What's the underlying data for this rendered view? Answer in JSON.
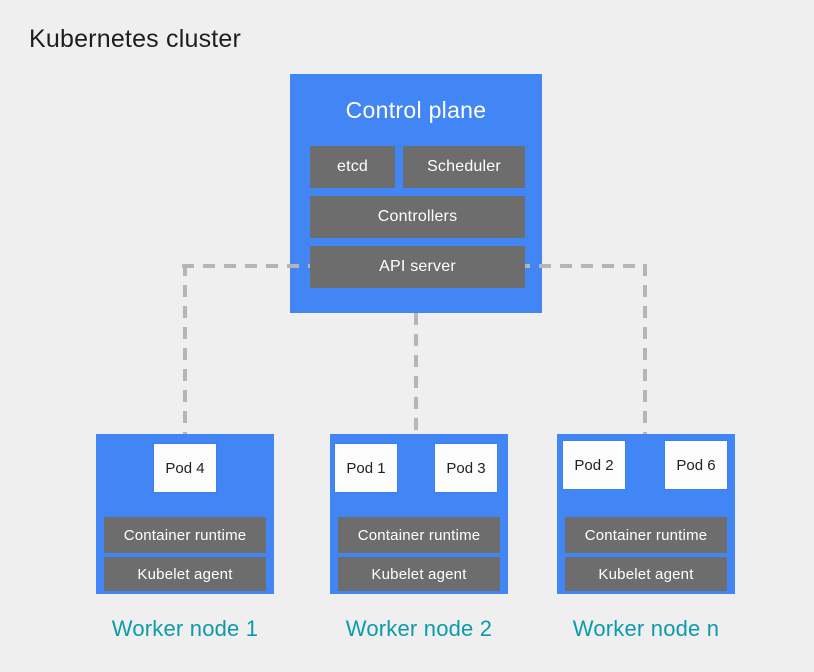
{
  "title": "Kubernetes cluster",
  "control_plane": {
    "title": "Control plane",
    "components": [
      "etcd",
      "Scheduler",
      "Controllers",
      "API server"
    ]
  },
  "worker_nodes": [
    {
      "label": "Worker node 1",
      "pods": [
        "Pod 4"
      ],
      "components": [
        "Container runtime",
        "Kubelet agent"
      ]
    },
    {
      "label": "Worker node 2",
      "pods": [
        "Pod 1",
        "Pod 3"
      ],
      "components": [
        "Container runtime",
        "Kubelet agent"
      ]
    },
    {
      "label": "Worker node n",
      "pods": [
        "Pod 2",
        "Pod 6"
      ],
      "components": [
        "Container runtime",
        "Kubelet agent"
      ]
    }
  ],
  "colors": {
    "background": "#EFEFEF",
    "node_blue": "#4285F4",
    "component_gray": "#6D6D6D",
    "pod_white": "#FCFCFC",
    "connector_gray": "#B5B5B5",
    "label_teal": "#0D9AAB",
    "title_dark": "#1E1E1E"
  }
}
